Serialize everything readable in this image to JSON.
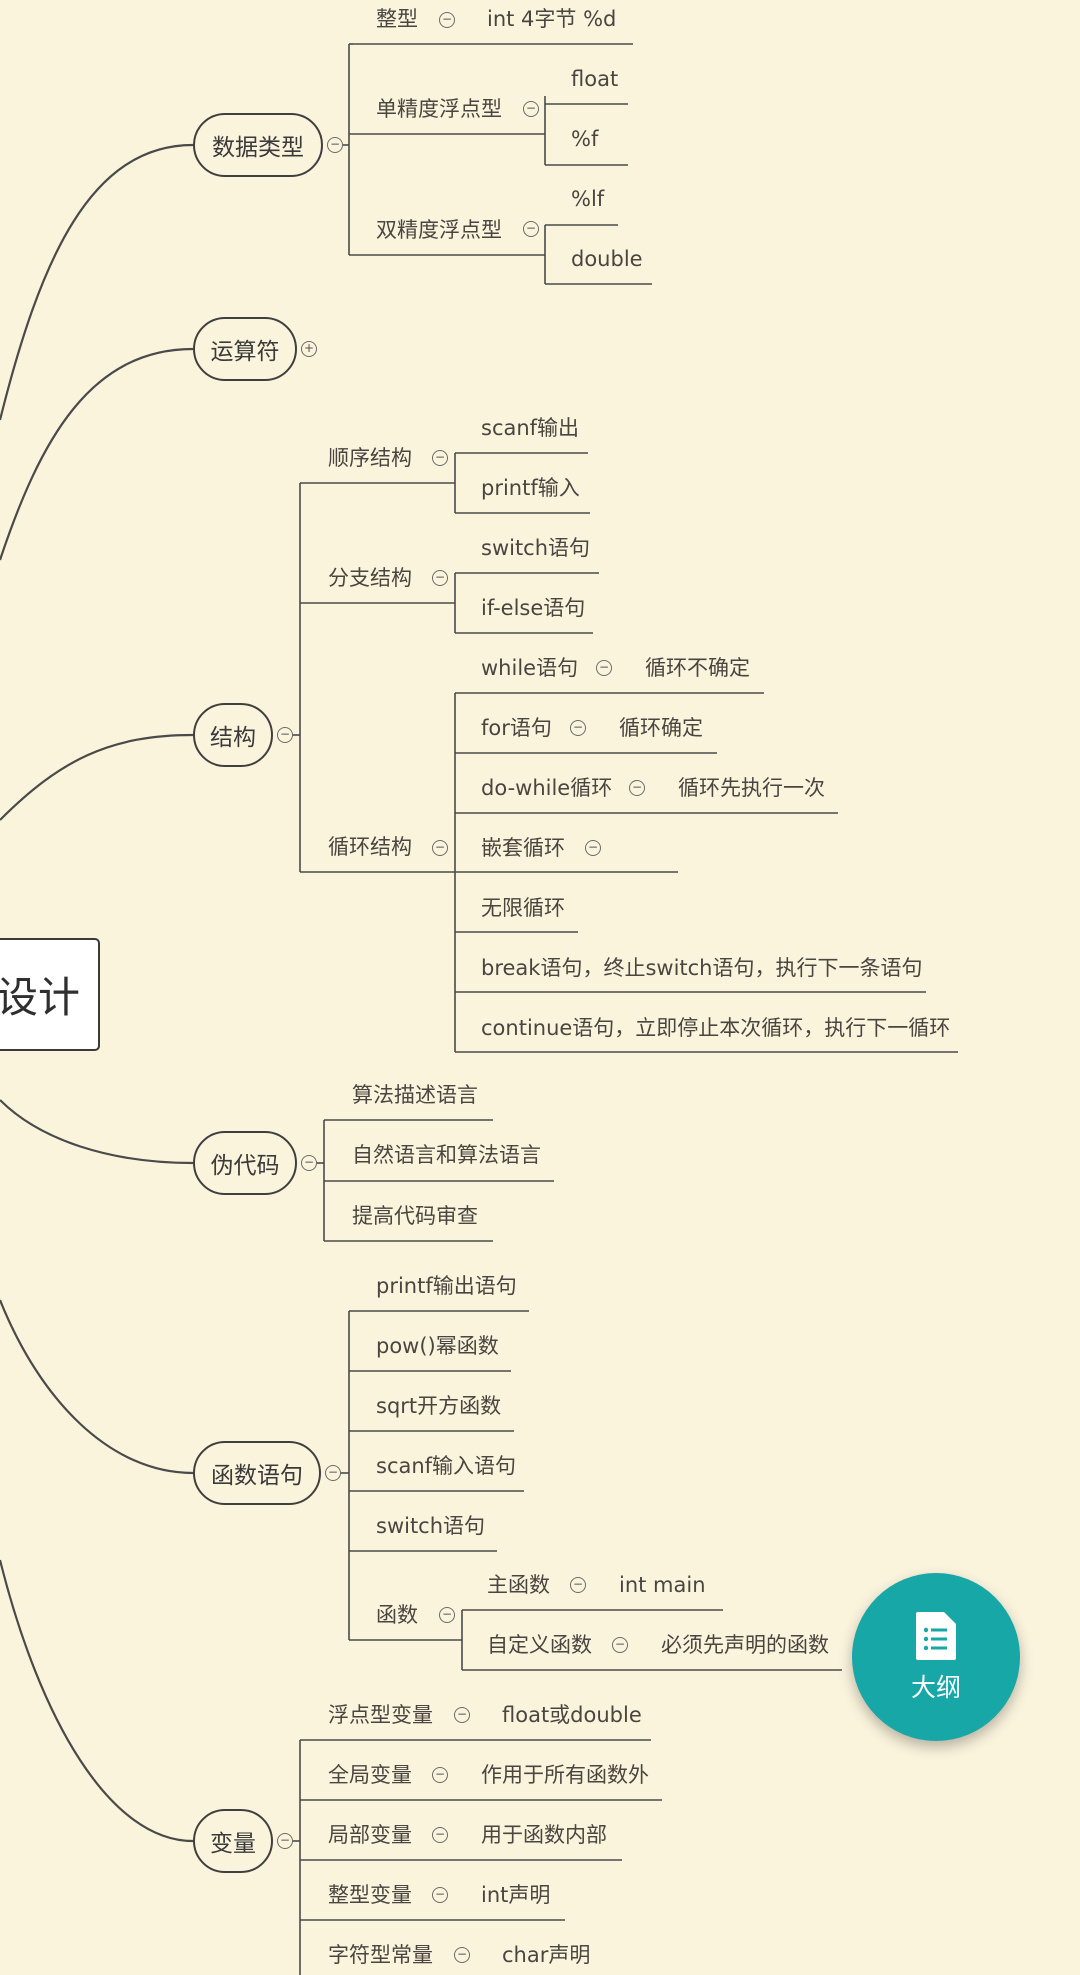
{
  "root_label": "设计",
  "branches": [
    {
      "label": "数据类型",
      "toggle": "−"
    },
    {
      "label": "运算符",
      "toggle": "+"
    },
    {
      "label": "结构",
      "toggle": "−"
    },
    {
      "label": "伪代码",
      "toggle": "−"
    },
    {
      "label": "函数语句",
      "toggle": "−"
    },
    {
      "label": "变量",
      "toggle": "−"
    }
  ],
  "nodes": [
    "整型",
    "int  4字节 %d",
    "单精度浮点型",
    "float",
    "%f",
    "双精度浮点型",
    "%lf",
    "double",
    "顺序结构",
    "scanf输出",
    "printf输入",
    "分支结构",
    "switch语句",
    "if-else语句",
    "循环结构",
    "while语句",
    "循环不确定",
    "for语句",
    "循环确定",
    "do-while循环",
    "循环先执行一次",
    "嵌套循环",
    "无限循环",
    "break语句，终止switch语句，执行下一条语句",
    "continue语句，立即停止本次循环，执行下一循环",
    "算法描述语言",
    "自然语言和算法语言",
    "提高代码审查",
    "printf输出语句",
    "pow()幂函数",
    "sqrt开方函数",
    "scanf输入语句",
    "switch语句",
    "函数",
    "主函数",
    "int   main",
    "自定义函数",
    "必须先声明的函数",
    "浮点型变量",
    "float或double",
    "全局变量",
    "作用于所有函数外",
    "局部变量",
    "用于函数内部",
    "整型变量",
    "int声明",
    "字符型常量",
    "char声明"
  ],
  "outline_button": {
    "label": "大纲",
    "icon": "document-list-icon"
  },
  "colors": {
    "background": "#fbf4dd",
    "accent": "#17a7a7",
    "line": "#4a4a4a"
  }
}
